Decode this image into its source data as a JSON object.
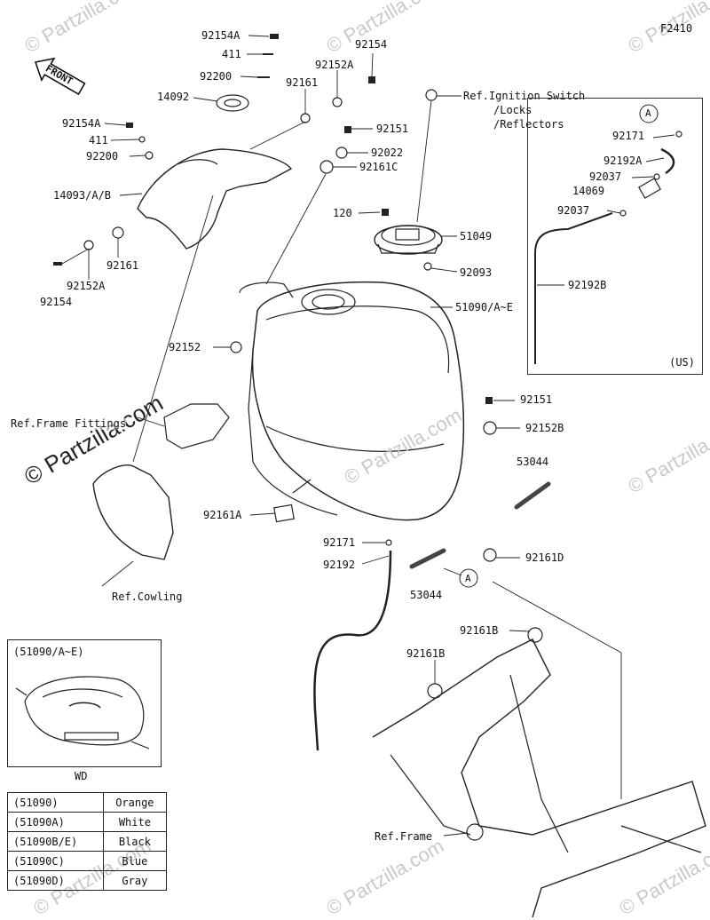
{
  "figure_code": "F2410",
  "front_label": "FRONT",
  "watermark": "© Partzilla.com",
  "watermark_faint": "© Partzilla.com",
  "part_labels": {
    "p92154A_top": "92154A",
    "p411_top": "411",
    "p92200_top": "92200",
    "p14092": "14092",
    "p92154_top": "92154",
    "p92152A_top": "92152A",
    "p92161_top": "92161",
    "p92154A_left": "92154A",
    "p411_left": "411",
    "p92200_left": "92200",
    "p14093": "14093/A/B",
    "p92161_left": "92161",
    "p92152A_left": "92152A",
    "p92154_left": "92154",
    "p92151_top": "92151",
    "p92022": "92022",
    "p92161C": "92161C",
    "p120": "120",
    "p51049": "51049",
    "p92093": "92093",
    "p51090": "51090/A~E",
    "p92152": "92152",
    "p92151_right": "92151",
    "p92152B": "92152B",
    "p53044_right": "53044",
    "p92161A": "92161A",
    "p92171": "92171",
    "p92192": "92192",
    "p53044_bottom": "53044",
    "p92161D": "92161D",
    "p92161B_right": "92161B",
    "p92161B_left": "92161B",
    "p92171_us": "92171",
    "p92192A": "92192A",
    "p92037_a": "92037",
    "p14069": "14069",
    "p92037_b": "92037",
    "p92192B": "92192B",
    "circle_a": "A",
    "circle_a2": "A"
  },
  "references": {
    "ignition_1": "Ref.Ignition Switch",
    "ignition_2": "/Locks",
    "ignition_3": "/Reflectors",
    "frame_fittings": "Ref.Frame Fittings",
    "cowling": "Ref.Cowling",
    "frame": "Ref.Frame"
  },
  "us_box_label": "(US)",
  "inset": {
    "title": "(51090/A~E)",
    "caption": "WD"
  },
  "color_table": {
    "rows": [
      {
        "code": "(51090)",
        "color": "Orange"
      },
      {
        "code": "(51090A)",
        "color": "White"
      },
      {
        "code": "(51090B/E)",
        "color": "Black"
      },
      {
        "code": "(51090C)",
        "color": "Blue"
      },
      {
        "code": "(51090D)",
        "color": "Gray"
      }
    ]
  }
}
